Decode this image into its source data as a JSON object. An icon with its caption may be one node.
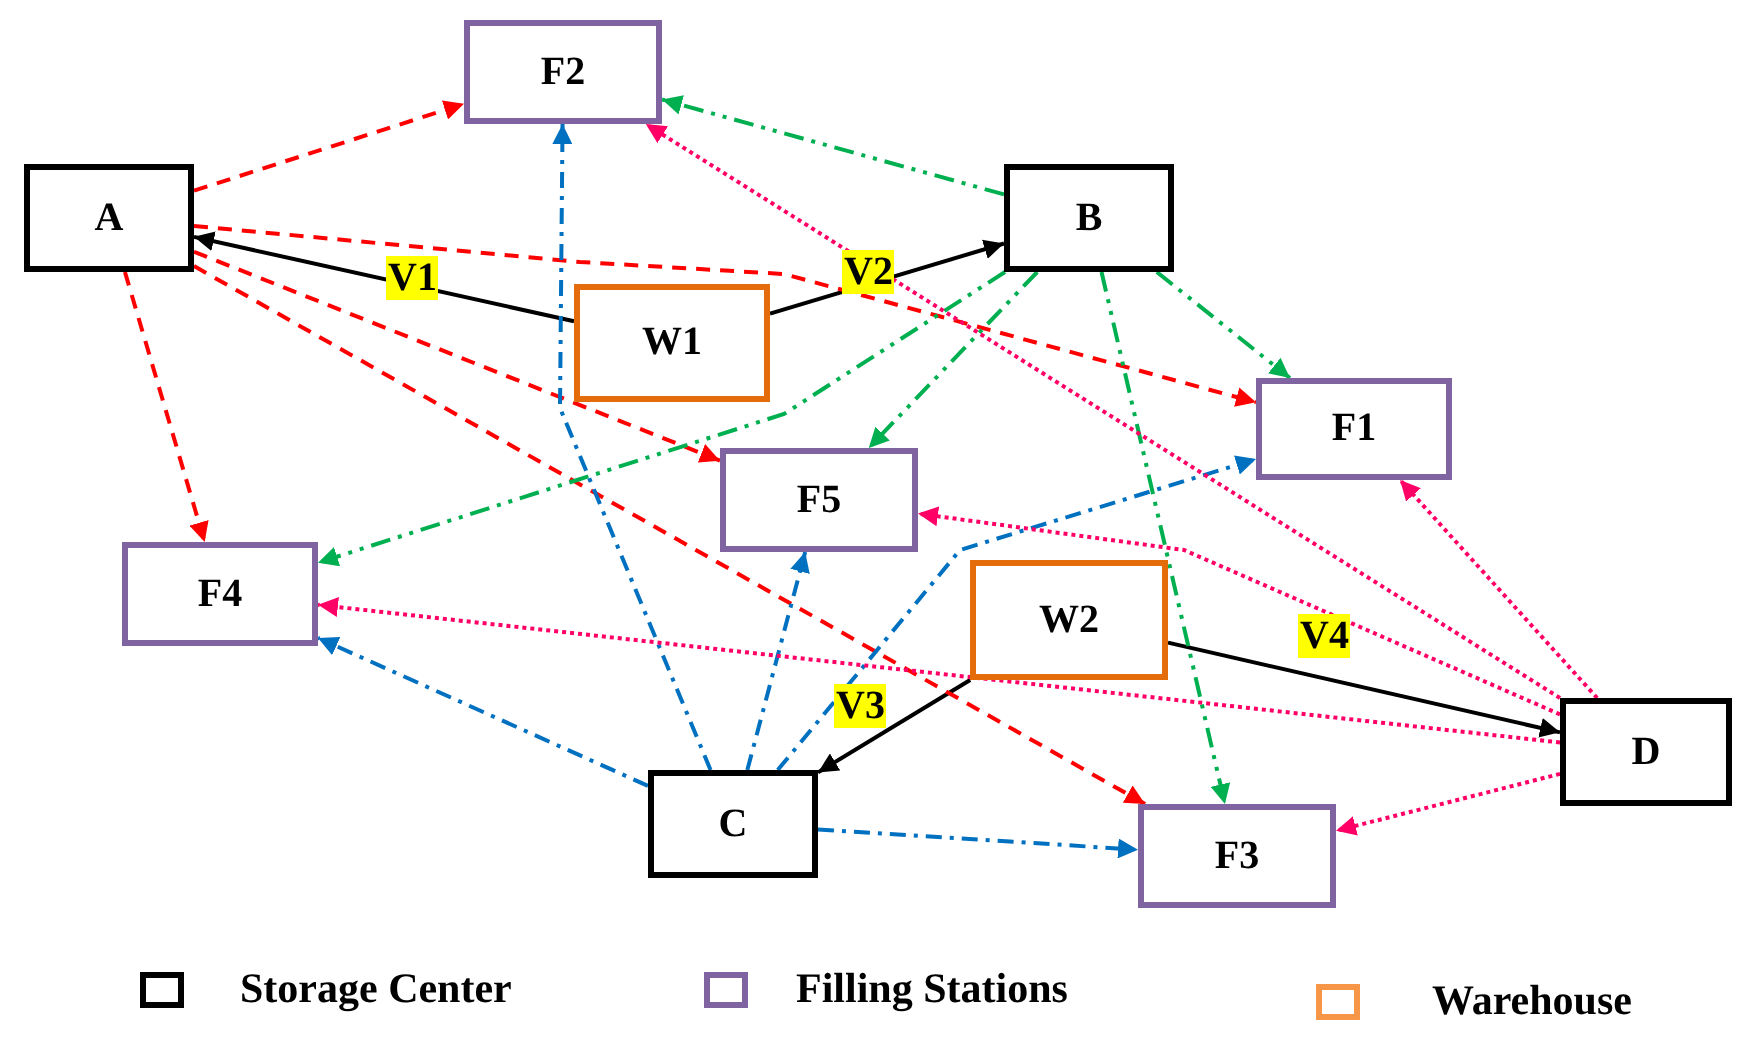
{
  "diagram": {
    "nodes": [
      {
        "text": [
          "A"
        ]
      },
      {
        "text": [
          "F2"
        ]
      },
      {
        "text": [
          "B"
        ]
      },
      {
        "text": [
          "W1"
        ]
      },
      {
        "text": [
          "F1"
        ]
      },
      {
        "text": [
          "F5"
        ]
      },
      {
        "text": [
          "F4"
        ]
      },
      {
        "text": [
          "W2"
        ]
      },
      {
        "text": [
          "C"
        ]
      },
      {
        "text": [
          "D"
        ]
      },
      {
        "text": [
          "F3"
        ]
      }
    ],
    "edges": [
      {
        "from": 3,
        "to": 0,
        "arrow": "to",
        "label": "V1",
        "color": "#000000"
      },
      {
        "from": 3,
        "to": 2,
        "arrow": "to",
        "label": "V2",
        "color": "#000000"
      },
      {
        "from": 7,
        "to": 8,
        "arrow": "to",
        "label": "V3",
        "color": "#000000"
      },
      {
        "from": 7,
        "to": 9,
        "arrow": "to",
        "label": "V4",
        "color": "#000000"
      },
      {
        "from": 0,
        "to": 1,
        "arrow": "to",
        "style": "dashed",
        "color": "#ff0000"
      },
      {
        "from": 0,
        "to": 4,
        "arrow": "to",
        "style": "dashed",
        "color": "#ff0000"
      },
      {
        "from": 0,
        "to": 5,
        "arrow": "to",
        "style": "dashed",
        "color": "#ff0000"
      },
      {
        "from": 0,
        "to": 6,
        "arrow": "to",
        "style": "dashed",
        "color": "#ff0000"
      },
      {
        "from": 0,
        "to": 10,
        "arrow": "to",
        "style": "dashed",
        "color": "#ff0000"
      },
      {
        "from": 2,
        "to": 1,
        "arrow": "to",
        "style": "dashed",
        "color": "#00b050"
      },
      {
        "from": 2,
        "to": 4,
        "arrow": "to",
        "style": "dashed",
        "color": "#00b050"
      },
      {
        "from": 2,
        "to": 5,
        "arrow": "to",
        "style": "dashed",
        "color": "#00b050"
      },
      {
        "from": 2,
        "to": 6,
        "arrow": "to",
        "style": "dashed",
        "color": "#00b050"
      },
      {
        "from": 2,
        "to": 10,
        "arrow": "to",
        "style": "dashed",
        "color": "#00b050"
      },
      {
        "from": 8,
        "to": 1,
        "arrow": "to",
        "style": "dashed",
        "color": "#0070c0"
      },
      {
        "from": 8,
        "to": 4,
        "arrow": "to",
        "style": "dashed",
        "color": "#0070c0"
      },
      {
        "from": 8,
        "to": 5,
        "arrow": "to",
        "style": "dashed",
        "color": "#0070c0"
      },
      {
        "from": 8,
        "to": 6,
        "arrow": "to",
        "style": "dashed",
        "color": "#0070c0"
      },
      {
        "from": 8,
        "to": 10,
        "arrow": "to",
        "style": "dashed",
        "color": "#0070c0"
      },
      {
        "from": 9,
        "to": 1,
        "arrow": "to",
        "style": "dashed",
        "color": "#ff0066"
      },
      {
        "from": 9,
        "to": 4,
        "arrow": "to",
        "style": "dashed",
        "color": "#ff0066"
      },
      {
        "from": 9,
        "to": 5,
        "arrow": "to",
        "style": "dashed",
        "color": "#ff0066"
      },
      {
        "from": 9,
        "to": 6,
        "arrow": "to",
        "style": "dashed",
        "color": "#ff0066"
      },
      {
        "from": 9,
        "to": 10,
        "arrow": "to",
        "style": "dashed",
        "color": "#ff0066"
      }
    ],
    "legend": [
      {
        "text": "Storage Center",
        "color": "#000000"
      },
      {
        "text": "Filling Stations",
        "color": "#8064a2"
      },
      {
        "text": "Warehouse",
        "color": "#f79646"
      }
    ]
  }
}
